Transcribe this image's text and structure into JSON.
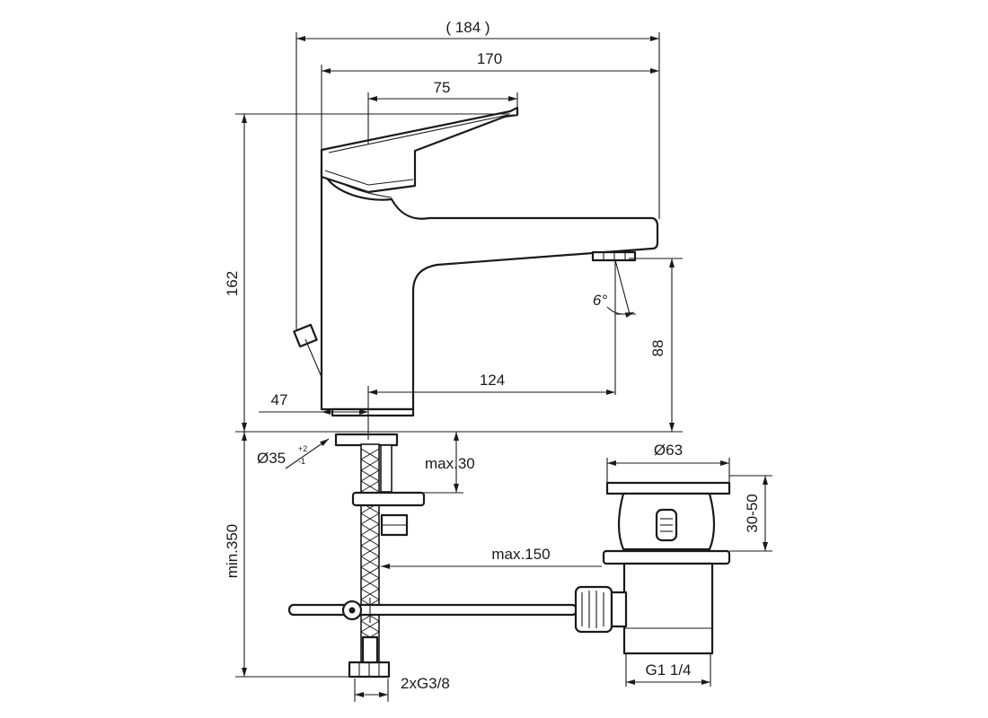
{
  "dimensions": {
    "overall_width": "( 184 )",
    "body_width": "170",
    "handle_length": "75",
    "height": "162",
    "spout_height": "88",
    "spout_reach": "124",
    "offset": "47",
    "spout_angle": "6°",
    "hole_diameter": "Ø35",
    "hole_tolerance_upper": "+2",
    "hole_tolerance_lower": "-1",
    "deck_thickness": "max.30",
    "drain_diameter": "Ø63",
    "drain_range": "30-50",
    "rod_length": "max.150",
    "min_length": "min.350",
    "connection": "2xG3/8",
    "drain_thread": "G1 1/4"
  }
}
